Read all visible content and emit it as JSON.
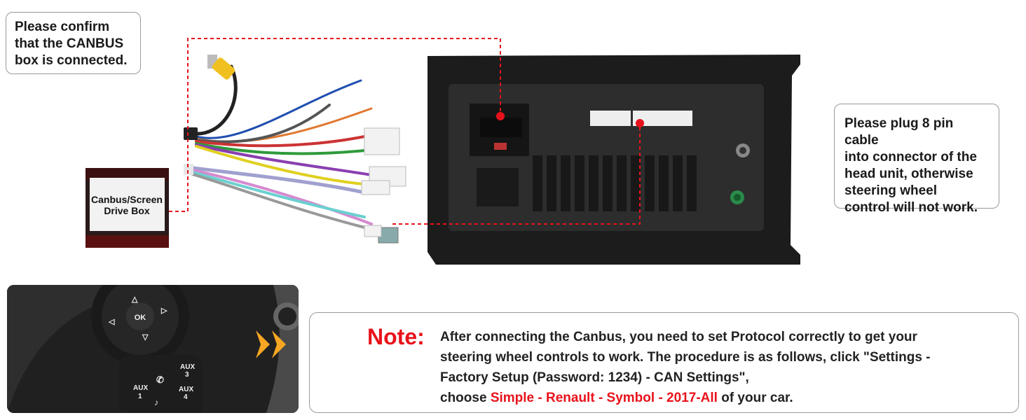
{
  "callouts": {
    "canbus_line1": "Please confirm",
    "canbus_line2": "that the CANBUS",
    "canbus_line3": "box is connected.",
    "plug_line1": "Please plug 8 pin cable",
    "plug_line2": "into connector of the",
    "plug_line3": "head unit, otherwise",
    "plug_line4": "steering wheel",
    "plug_line5": "control will not work."
  },
  "canbus_box": {
    "line1": "Canbus/Screen",
    "line2": "Drive Box"
  },
  "steering_wheel": {
    "ok_label": "OK",
    "aux1_label": "AUX",
    "aux1_num": "1",
    "aux3_label": "AUX",
    "aux3_num": "3",
    "aux4_label": "AUX",
    "aux4_num": "4"
  },
  "note": {
    "label": "Note:",
    "line1": "After connecting the Canbus, you need to set Protocol correctly to get your",
    "line2": "steering wheel controls to work. The procedure is as follows, click \"Settings -",
    "line3": "Factory Setup (Password: 1234) - CAN Settings\",",
    "line4_prefix": "choose ",
    "line4_highlight": "Simple - Renault - Symbol - 2017-All",
    "line4_suffix": " of your car."
  },
  "colors": {
    "accent_red": "#e8121b",
    "callout_border": "#9a9a9a"
  },
  "icons": [
    "arrow-up-icon",
    "arrow-down-icon",
    "arrow-left-icon",
    "arrow-right-icon",
    "phone-icon",
    "voice-icon",
    "double-chevron-right-icon"
  ]
}
